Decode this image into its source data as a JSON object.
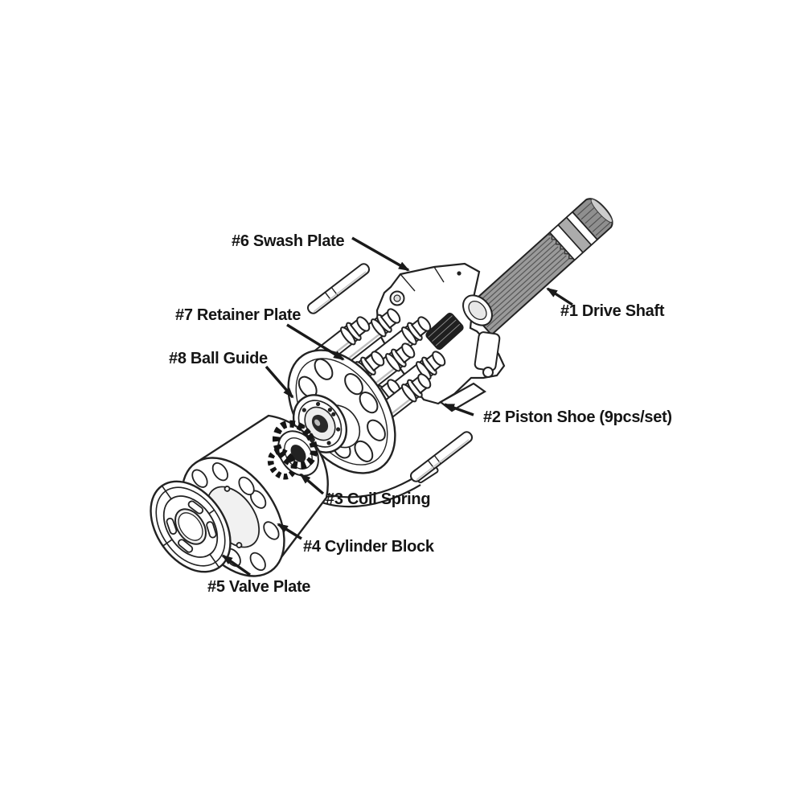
{
  "diagram": {
    "labels": {
      "drive_shaft": "#1 Drive Shaft",
      "piston_shoe": "#2 Piston Shoe (9pcs/set)",
      "coil_spring": "#3 Coil Spring",
      "cylinder_block": "#4 Cylinder Block",
      "valve_plate": "#5 Valve Plate",
      "swash_plate": "#6 Swash Plate",
      "retainer_plate": "#7 Retainer Plate",
      "ball_guide": "#8 Ball Guide"
    },
    "colors": {
      "line": "#222222",
      "text": "#151515",
      "shaft_gray": "#8f8f8f",
      "dark_fill": "#1f1f1f",
      "background": "#ffffff"
    }
  }
}
